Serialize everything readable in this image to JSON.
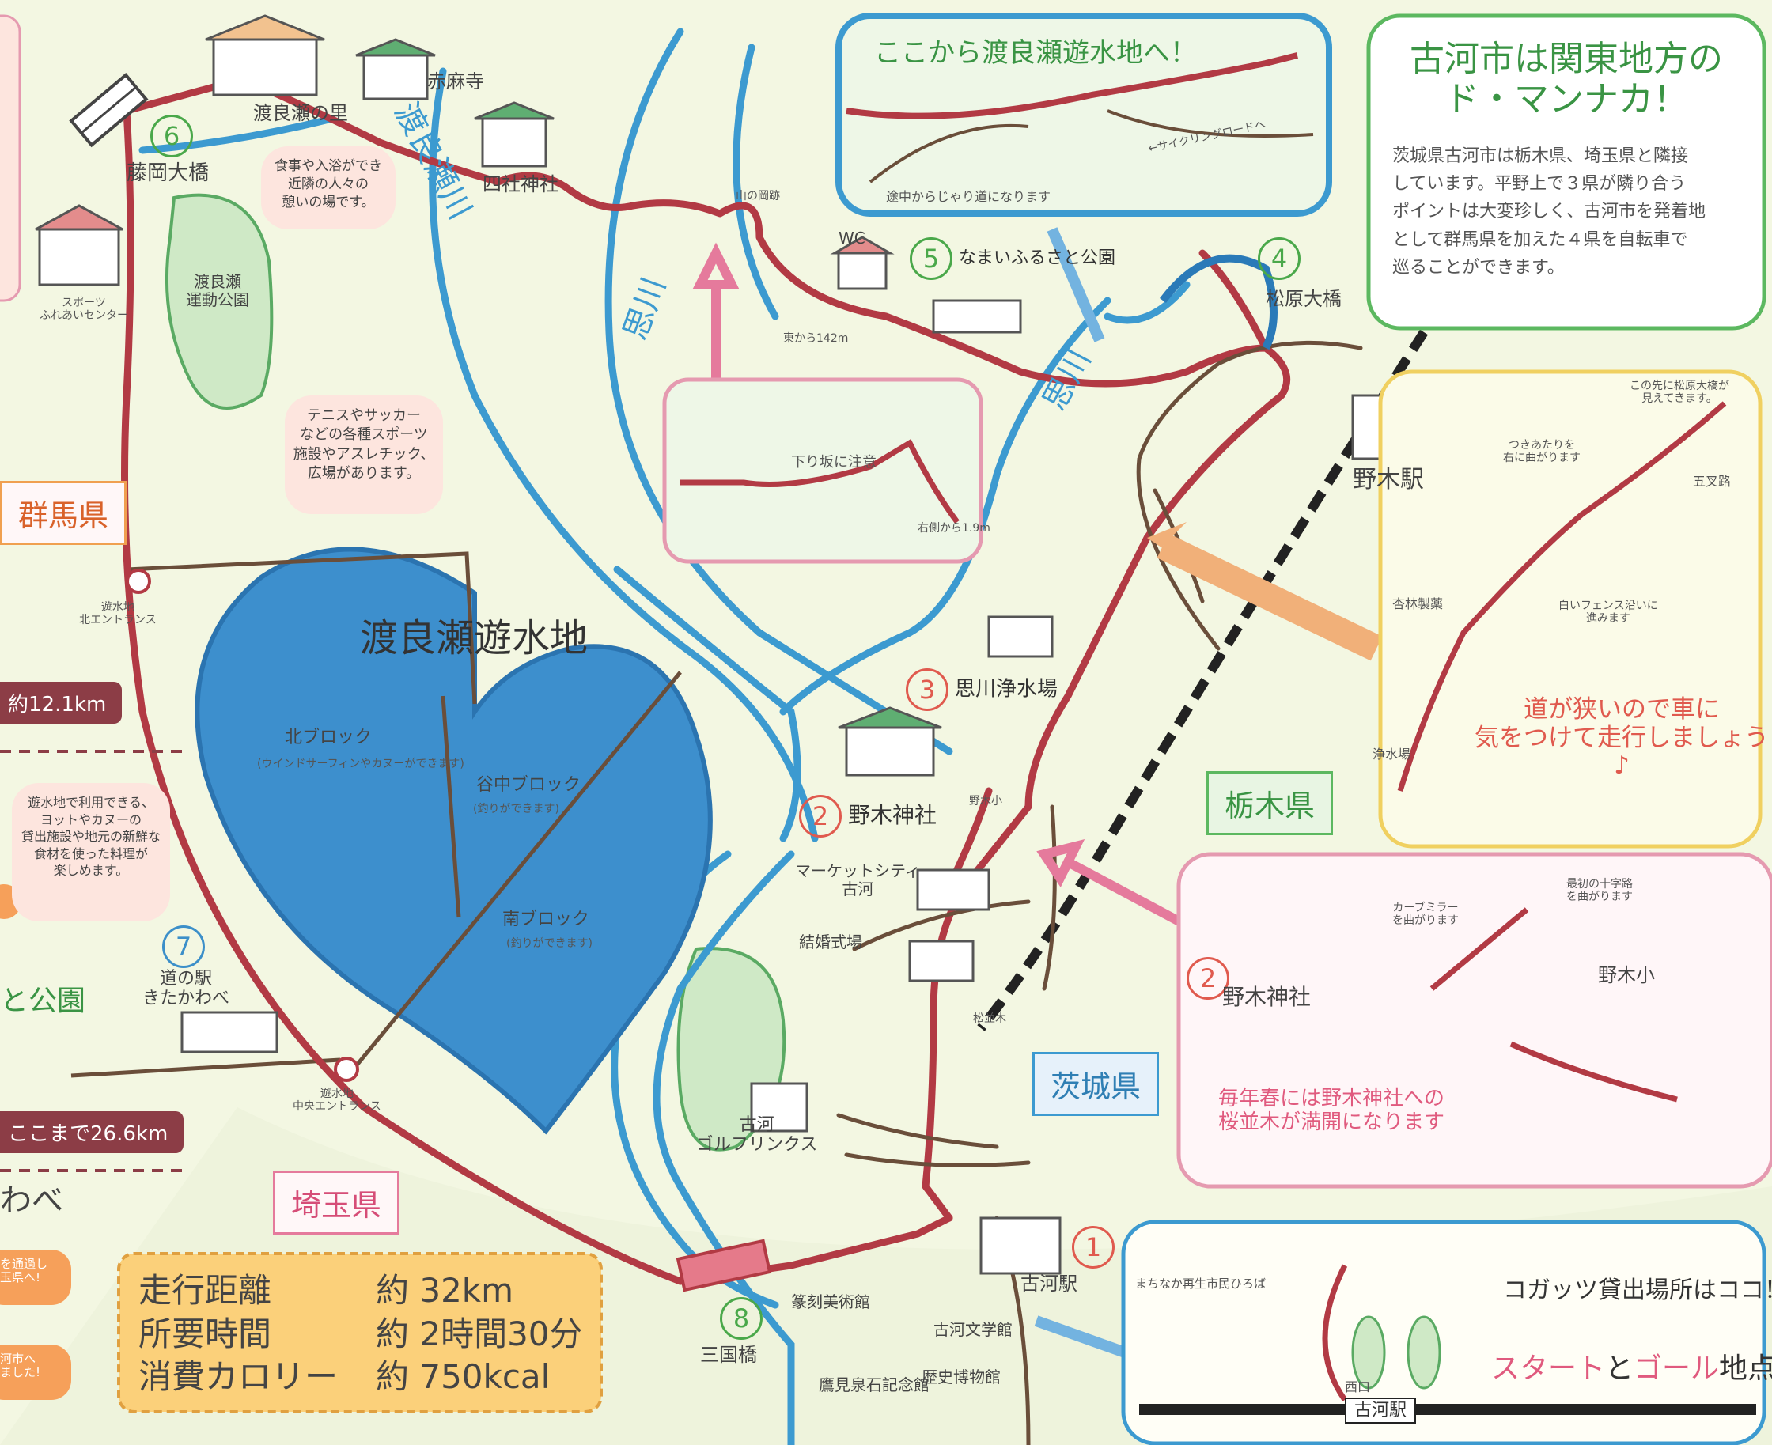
{
  "colors": {
    "route": "#b23a44",
    "river": "#3c9ad0",
    "park": "#cfe9c6",
    "reservoir": "#3d8fcd",
    "rail": "#222222"
  },
  "river_labels": {
    "watarase": "渡良瀬川",
    "omoi": "思川"
  },
  "reservoir": {
    "title": "渡良瀬遊水地",
    "north_block": "北ブロック",
    "north_note": "(ウインドサーフィンやカヌーができます)",
    "mid_block": "谷中ブロック",
    "mid_note": "(釣りができます)",
    "south_block": "南ブロック",
    "south_note": "(釣りができます)",
    "north_entrance": "遊水地\n北エントランス",
    "central_entrance": "遊水地\n中央エントランス"
  },
  "places": {
    "watarase_no_sato": "渡良瀬の里",
    "sekiinji": "赤麻寺",
    "shisha": "四社神社",
    "fujioka_bridge": "藤岡大橋",
    "sports_center": "スポーツ\nふれあいセンター",
    "sports_park": "渡良瀬\n運動公園",
    "yamanochuko": "山の岡跡",
    "wc": "WC",
    "namai_park": "なまいふるさと公園",
    "matsubara_bridge": "松原大橋",
    "noki_station": "野木駅",
    "omoigawa_plant": "思川浄水場",
    "noki_shrine": "野木神社",
    "noki_school": "野木小",
    "market_city": "マーケットシティ\n古河",
    "wedding_hall": "結婚式場",
    "golf": "古河\nゴルフリンクス",
    "michinoeki": "道の駅\nきたかわべ",
    "mikuni_bridge": "三国橋",
    "matsunamiki": "松並木",
    "ieto_museum": "篆刻美術館",
    "takami_memorial": "鷹見泉石記念館",
    "koga_literature": "古河文学館",
    "history_museum": "歴史博物館",
    "koga_station": "古河駅",
    "from_east_142": "東から142m"
  },
  "stops": {
    "s1": "1",
    "s2": "2",
    "s3": "3",
    "s4": "4",
    "s5": "5",
    "s6": "6",
    "s7": "7",
    "s8": "8"
  },
  "prefectures": {
    "gunma": "群馬県",
    "tochigi": "栃木県",
    "ibaraki": "茨城県",
    "saitama": "埼玉県"
  },
  "bubbles": {
    "watarase_sato": "食事や入浴ができ\n近隣の人々の\n憩いの場です。",
    "sports_park": "テニスやサッカー\nなどの各種スポーツ\n施設やアスレチック、\n広場があります。",
    "michinoeki": "遊水地で利用できる、\nヨットやカヌーの\n貸出施設や地元の新鮮な\n食材を使った料理が\n楽しめます。"
  },
  "left_edge": {
    "dist_121": "約12.1km",
    "park_fragment": "と公園",
    "dist_266": "ここまで26.6km",
    "wabe": "わべ",
    "note_a": "を通過し\n玉県へ!",
    "note_b": "河市へ\nました!"
  },
  "inset_top": {
    "title": "ここから渡良瀬遊水地へ！",
    "cycling_road": "←サイクリングロードへ",
    "gravel": "途中からじゃり道になります"
  },
  "inset_descent": {
    "caution": "下り坂に注意",
    "from_east": "右側から1.9m"
  },
  "info_box": {
    "title": "古河市は関東地方の\nド・マンナカ！",
    "body": "茨城県古河市は栃木県、埼玉県と隣接\nしています。平野上で３県が隣り合う\nポイントは大変珍しく、古河市を発着地\nとして群馬県を加えた４県を自転車で\n巡ることができます。"
  },
  "inset_noki_station": {
    "matsubara_visible": "この先に松原大橋が\n見えてきます。",
    "turn_right": "つきあたりを\n右に曲がります",
    "goshaku": "五叉路",
    "kyorin": "杏林製薬",
    "fence": "白いフェンス沿いに\n進みます",
    "plant": "浄水場",
    "warning": "道が狭いので車に\n気をつけて走行しましょう♪"
  },
  "inset_shrine": {
    "first_crossing": "最初の十字路\nを曲がります",
    "curve_mirror": "カーブミラー\nを曲がります",
    "shrine": "野木神社",
    "school": "野木小",
    "spring": "毎年春には野木神社への\n桜並木が満開になります"
  },
  "inset_station": {
    "plaza": "まちなか再生市民ひろば",
    "koga_rental": "コガッツ貸出場所はココ！",
    "start_goal_a": "スタート",
    "start_goal_b": "と",
    "start_goal_c": "ゴール",
    "start_goal_d": "地点です",
    "west_exit": "西口",
    "station": "古河駅"
  },
  "summary": {
    "rows": [
      {
        "label": "走行距離",
        "value": "約 32km"
      },
      {
        "label": "所要時間",
        "value": "約 2時間30分"
      },
      {
        "label": "消費カロリー",
        "value": "約 750kcal"
      }
    ]
  }
}
